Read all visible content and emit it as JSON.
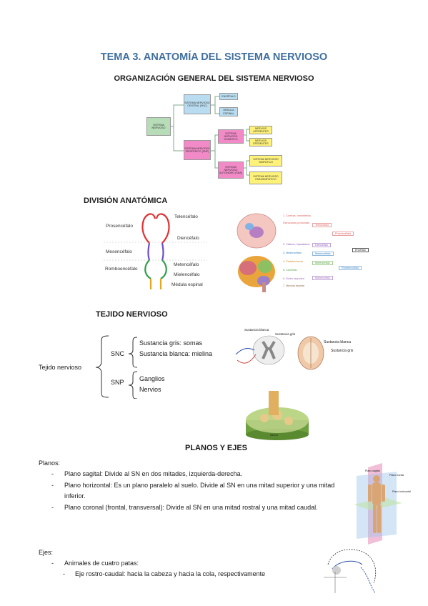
{
  "title": "TEMA 3. ANATOMÍA DEL SISTEMA NERVIOSO",
  "org": {
    "heading": "ORGANIZACIÓN GENERAL DEL SISTEMA NERVIOSO",
    "root": "SISTEMA NERVIOSO",
    "snc": "SISTEMA NERVIOSO CENTRAL (SNC)",
    "encefalo": "ENCÉFALO",
    "medula": "MÉDULA ESPINAL",
    "snp": "SISTEMA NERVIOSO PERIFÉRICO (SNP)",
    "somatico": "SISTEMA NERVIOSO SOMÁTICO",
    "autonomo": "SISTEMA NERVIOSO AUTÓNOMO (SNA)",
    "aferentes": "NERVIOS AFERENTES",
    "eferentes": "NERVIOS EFERENTES",
    "simpatico": "SISTEMA NERVIOSO SIMPÁTICO",
    "parasimpatico": "SISTEMA NERVIOSO PARASIMPÁTICO"
  },
  "division": {
    "heading": "DIVISIÓN ANATÓMICA",
    "prosencefalo": "Prosencéfalo",
    "mesencefalo": "Mesencéfalo",
    "romboencefalo": "Romboencéfalo",
    "telencefalo": "Telencéfalo",
    "diencefalo": "Diencéfalo",
    "metencefalo": "Metencéfalo",
    "mielencefalo": "Mielencéfalo",
    "medula": "Médula espinal",
    "brain_list": [
      "1. Corteza, hemisferios",
      "Estructuras profundas",
      "2. Tálamo, hipotálamo",
      "3. Mesencéfalo",
      "4. Protuberancia",
      "5. Cerebelo",
      "6. Bulbo raquídeo",
      "7. Médula espinal"
    ],
    "brain_pills": [
      "Telencéfalo",
      "Prosencéfalo",
      "Diencéfalo",
      "Encéfalo",
      "Mesencéfalo",
      "Metencéfalo",
      "Rombencéfalo",
      "Mielencéfalo"
    ]
  },
  "tejido": {
    "heading": "TEJIDO NERVIOSO",
    "root": "Tejido nervioso",
    "snc": "SNC",
    "snp": "SNP",
    "gris": "Sustancia gris: somas",
    "blanca": "Sustancia blanca: mielina",
    "ganglios": "Ganglios",
    "nervios": "Nervios",
    "img_label_blanca": "Sustancia blanca",
    "img_label_gris": "Sustancia gris",
    "img_label_blanca2": "Sustancia blanca",
    "img_label_gris2": "Sustancia gris",
    "nerve_label": "Nervio"
  },
  "planos": {
    "heading": "PLANOS Y EJES",
    "intro": "Planos:",
    "items": [
      "Plano sagital: Divide al SN en dos mitades, izquierda-derecha.",
      "Plano horizontal: Es un plano paralelo al suelo. Divide al SN en una mitad superior y una mitad inferior.",
      "Plano coronal (frontal, transversal): Divide al SN en una mitad rostral y una mitad caudal."
    ],
    "fig_sagital": "Plano sagital",
    "fig_frontal": "Plano frontal",
    "fig_horizontal": "Plano horizontal"
  },
  "ejes": {
    "intro": "Ejes:",
    "sub": "Animales de cuatro patas:",
    "item": "Eje rostro-caudal: hacia la cabeza y hacia la cola, respectivamente"
  }
}
